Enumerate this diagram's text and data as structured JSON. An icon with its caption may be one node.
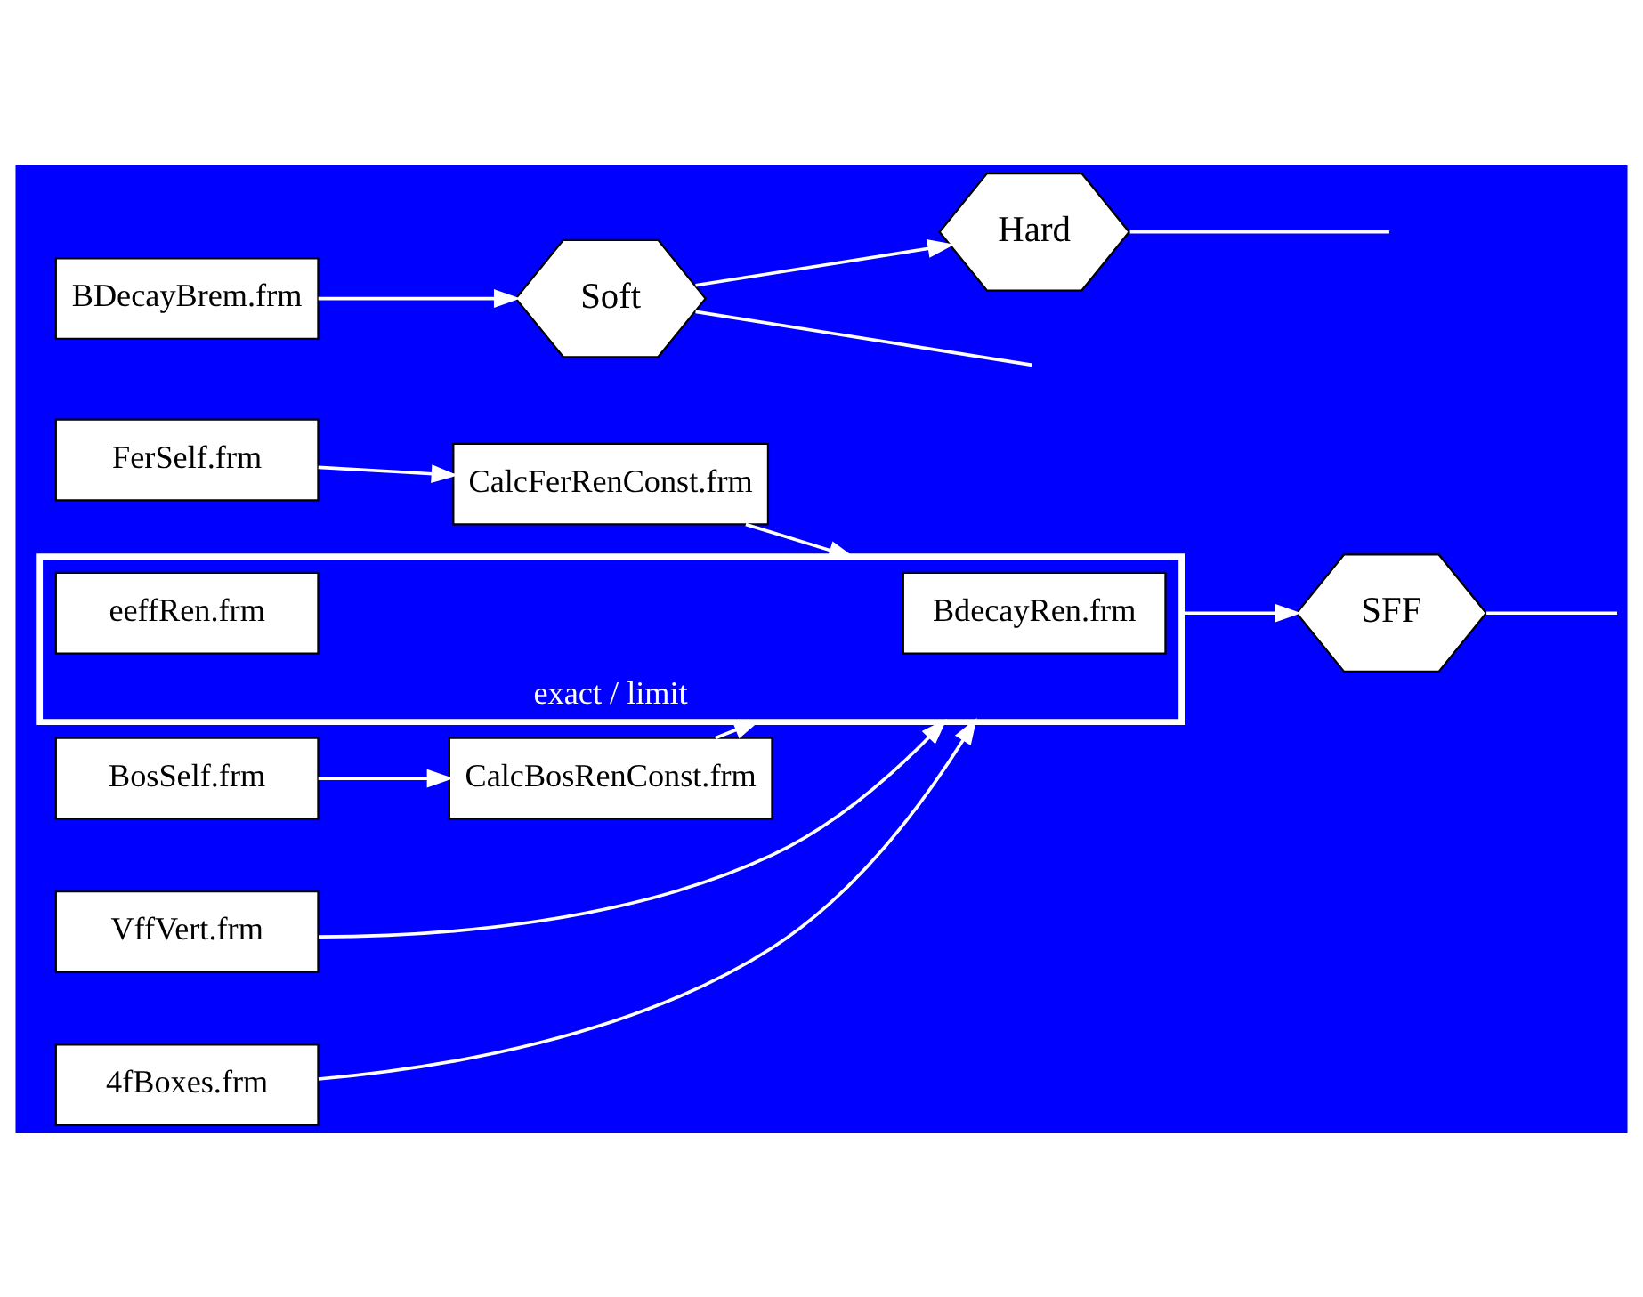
{
  "diagram": {
    "nodes": [
      {
        "text": [
          "FerSelf.frm"
        ]
      },
      {
        "text": [
          "CalcFerRenConst.frm"
        ]
      },
      {
        "text": [
          "BosSelf.frm"
        ]
      },
      {
        "text": [
          "CalcBosRenConst.frm"
        ]
      },
      {
        "text": [
          "VffVert.frm"
        ]
      },
      {
        "text": [
          "exact / limit"
        ]
      },
      {
        "text": [
          "BdecayRen.frm"
        ],
        "in": 5
      },
      {
        "text": [
          "eeffRen.frm"
        ],
        "in": 5
      },
      {
        "text": [
          "4fBoxes.frm"
        ]
      },
      {
        "text": [
          "BDecayBrem.frm"
        ]
      },
      {
        "text": [
          "Soft"
        ]
      },
      {
        "text": [
          "Hard"
        ]
      },
      {
        "text": [
          "SFF"
        ]
      }
    ],
    "edges": [
      {
        "from": 0,
        "to": 1,
        "arrow": "to"
      },
      {
        "from": 2,
        "to": 3,
        "arrow": "to"
      },
      {
        "from": 1,
        "to": 5,
        "arrow": "to"
      },
      {
        "from": 3,
        "to": 5,
        "arrow": "to"
      },
      {
        "from": 4,
        "to": 5,
        "arrow": "to"
      },
      {
        "from": 8,
        "to": 5,
        "arrow": "to"
      },
      {
        "from": 5,
        "to": 12,
        "arrow": "to"
      },
      {
        "from": 9,
        "to": 10,
        "arrow": "to"
      },
      {
        "from": 10,
        "to": 11,
        "arrow": "to"
      },
      {
        "from": 10,
        "to": null,
        "arrow": "none"
      },
      {
        "from": 11,
        "to": null,
        "arrow": "none"
      },
      {
        "from": 12,
        "to": null,
        "arrow": "none"
      }
    ]
  }
}
